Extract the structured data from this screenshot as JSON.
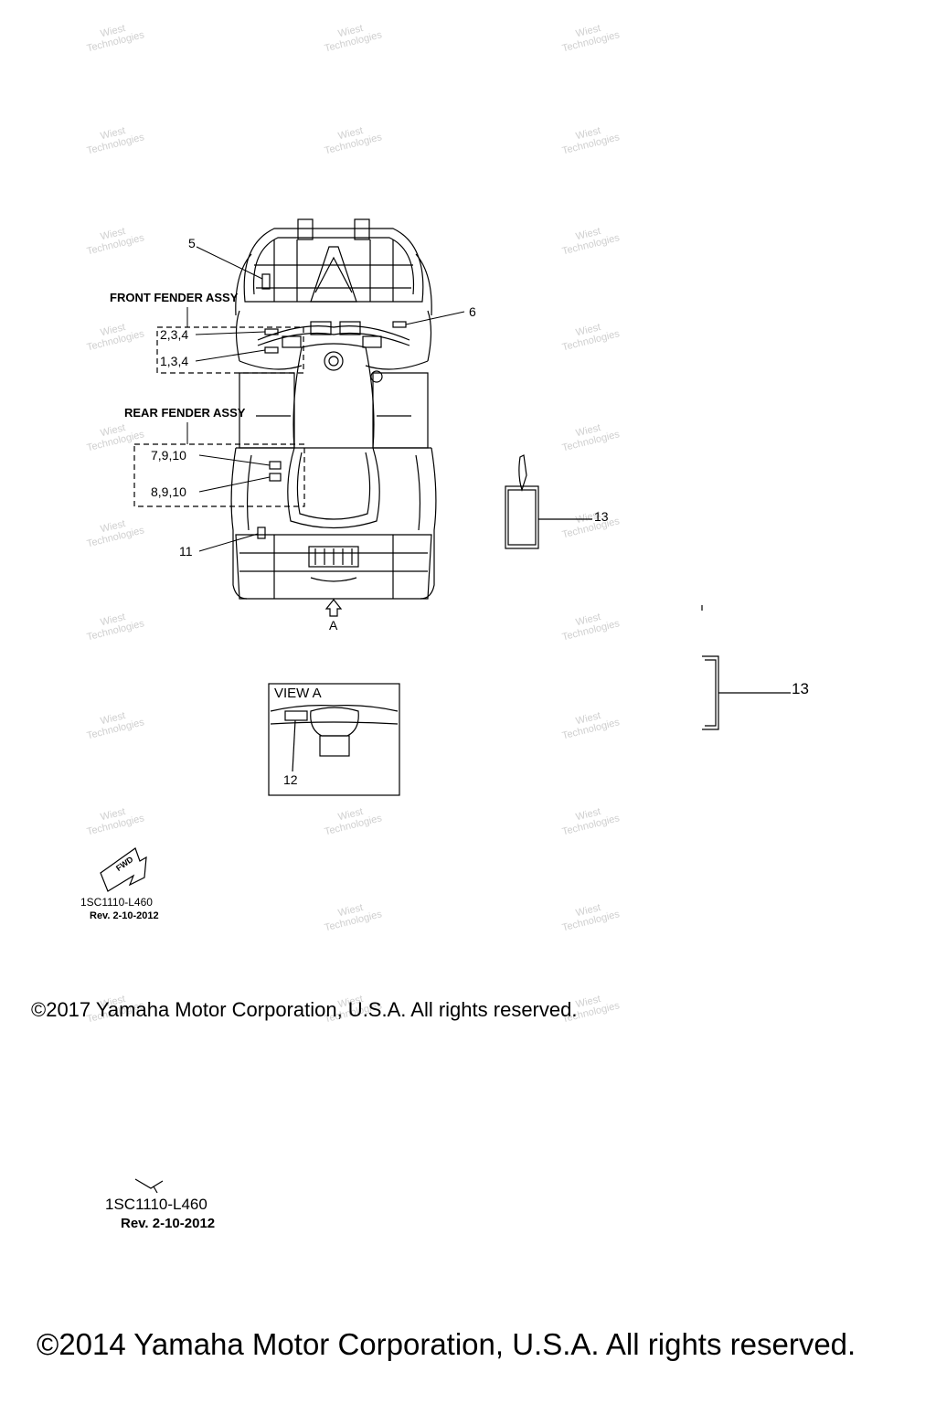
{
  "callouts": {
    "c5": "5",
    "front_fender_assy": "FRONT FENDER ASSY",
    "c234": "2,3,4",
    "c134": "1,3,4",
    "c6": "6",
    "rear_fender_assy": "REAR FENDER ASSY",
    "c7910": "7,9,10",
    "c8910": "8,9,10",
    "c11": "11",
    "c13_top": "13",
    "view_a_arrow": "A",
    "view_a_title": "VIEW A",
    "c12": "12",
    "c13_bracket": "13",
    "fwd": "FWD"
  },
  "blocks": {
    "upper": {
      "part_code": "1SC1110-L460",
      "rev": "Rev.  2-10-2012",
      "copyright": "©2017 Yamaha Motor Corporation, U.S.A. All rights reserved."
    },
    "lower": {
      "part_code": "1SC1110-L460",
      "rev": "Rev.  2-10-2012",
      "copyright": "©2014 Yamaha Motor Corporation, U.S.A. All rights reserved."
    }
  },
  "watermark": {
    "line1": "Wiest",
    "line2": "Technologies"
  }
}
